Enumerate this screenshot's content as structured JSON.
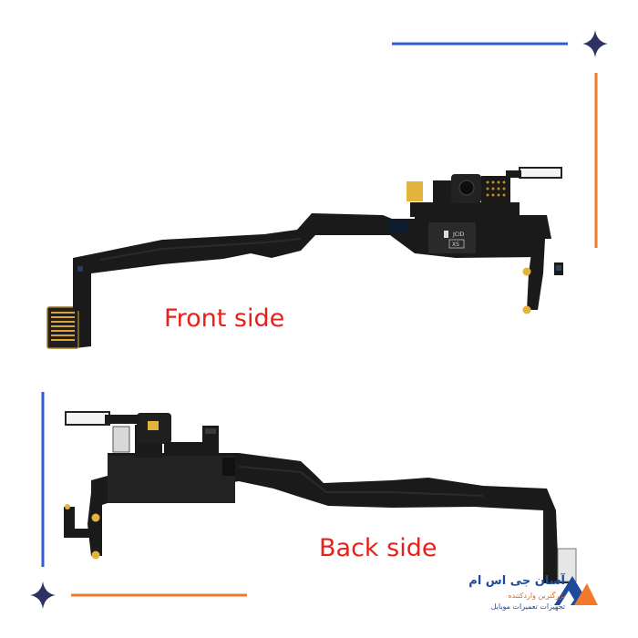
{
  "labels": {
    "front": "Front side",
    "back": "Back side"
  },
  "brand": {
    "name": "آسان جی اس ام",
    "tagline_1": "بزرگترین واردکننده",
    "tagline_2": "تجهیزات تعمیرات موبایل"
  },
  "chip_marks": {
    "logo": "JCID",
    "model": "XS"
  },
  "colors": {
    "flex_cable": "#1a1a1a",
    "label_red": "#e8201b",
    "accent_blue": "#2e5bd8",
    "accent_orange": "#f07a2a",
    "gold": "#e2b43b",
    "star_navy": "#2c3262"
  }
}
